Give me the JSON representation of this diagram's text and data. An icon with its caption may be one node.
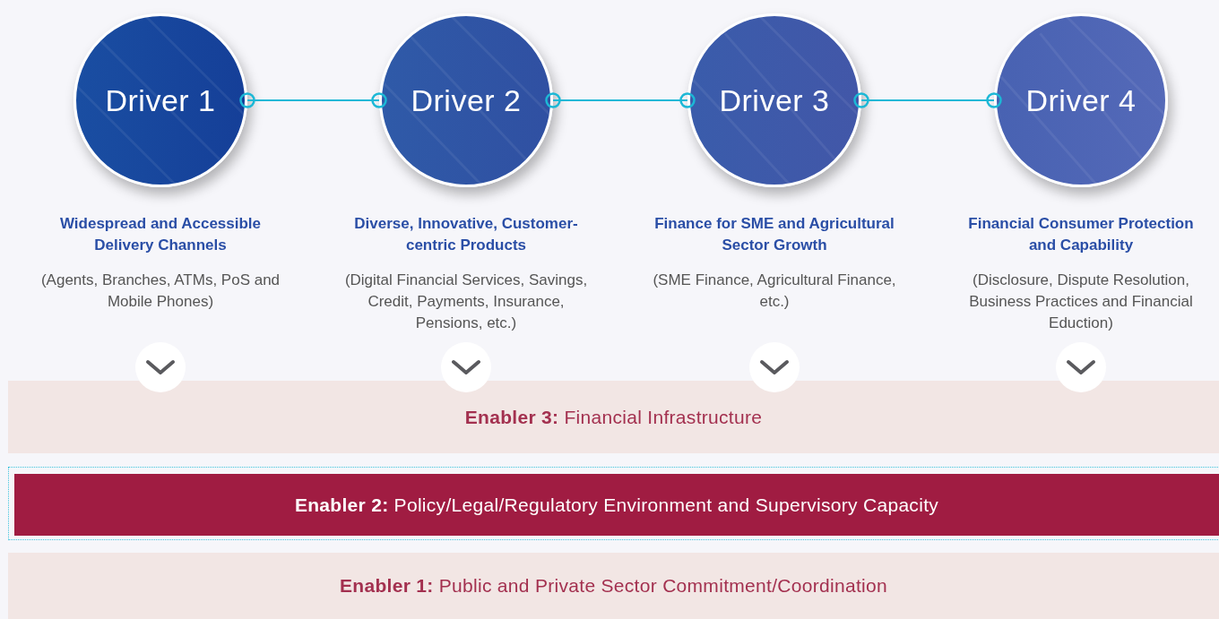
{
  "diagram": {
    "nodes": [
      {
        "text": [
          "Driver 1"
        ],
        "beside": [
          "Widespread and Accessible Delivery Channels",
          "(Agents, Branches, ATMs, PoS and Mobile Phones)"
        ]
      },
      {
        "text": [
          "Driver 2"
        ],
        "beside": [
          "Diverse, Innovative, Customer-centric Products",
          "(Digital Financial Services, Savings, Credit, Payments, Insurance, Pensions, etc.)"
        ]
      },
      {
        "text": [
          "Driver 3"
        ],
        "beside": [
          "Finance for SME and Agricultural Sector Growth",
          "(SME Finance, Agricultural Finance, etc.)"
        ]
      },
      {
        "text": [
          "Driver 4"
        ],
        "beside": [
          "Financial Consumer Protection and Capability",
          "(Disclosure, Dispute Resolution, Business Practices and Financial Eduction)"
        ]
      },
      {
        "text": [
          "**Enabler 3:** Financial Infrastructure"
        ]
      },
      {
        "text": [
          "**Enabler 2:** Policy/Legal/Regulatory Environment and Supervisory Capacity"
        ]
      },
      {
        "text": [
          "**Enabler 1:** Public and Private Sector Commitment/Coordination"
        ]
      }
    ],
    "edges": [
      {
        "from": 0,
        "to": 1,
        "arrow": "other"
      },
      {
        "from": 1,
        "to": 2,
        "arrow": "other"
      },
      {
        "from": 2,
        "to": 3,
        "arrow": "other"
      }
    ]
  }
}
